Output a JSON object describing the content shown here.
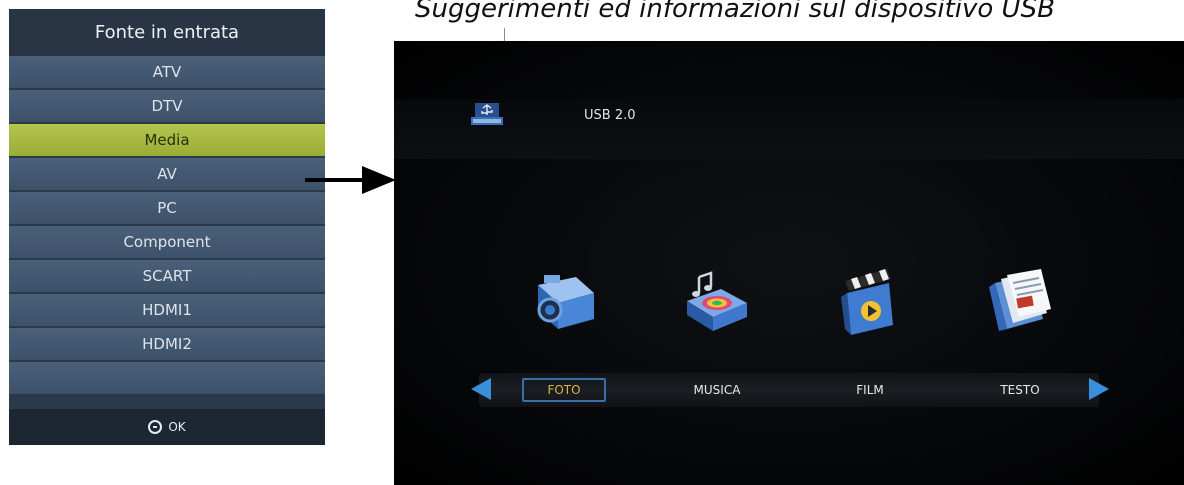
{
  "caption": "Suggerimenti ed informazioni sul dispositivo USB",
  "source_menu": {
    "title": "Fonte in entrata",
    "items": [
      {
        "label": "ATV"
      },
      {
        "label": "DTV"
      },
      {
        "label": "Media",
        "selected": true
      },
      {
        "label": "AV"
      },
      {
        "label": "PC"
      },
      {
        "label": "Component"
      },
      {
        "label": "SCART"
      },
      {
        "label": "HDMI1"
      },
      {
        "label": "HDMI2"
      }
    ],
    "footer": {
      "icon": "ok-circle-icon",
      "label": "OK"
    }
  },
  "media_screen": {
    "device_icon": "usb-device-icon",
    "device_label": "USB 2.0",
    "categories": [
      {
        "label": "FOTO",
        "icon": "camera-icon",
        "selected": true
      },
      {
        "label": "MUSICA",
        "icon": "music-icon"
      },
      {
        "label": "FILM",
        "icon": "clapperboard-icon"
      },
      {
        "label": "TESTO",
        "icon": "document-icon"
      }
    ],
    "nav": {
      "left_icon": "arrow-left-icon",
      "right_icon": "arrow-right-icon"
    }
  },
  "colors": {
    "menu_bg": "#3d5169",
    "menu_selected": "#a8ba41",
    "nav_arrow": "#3a8fdc",
    "selected_text": "#d9b540"
  }
}
